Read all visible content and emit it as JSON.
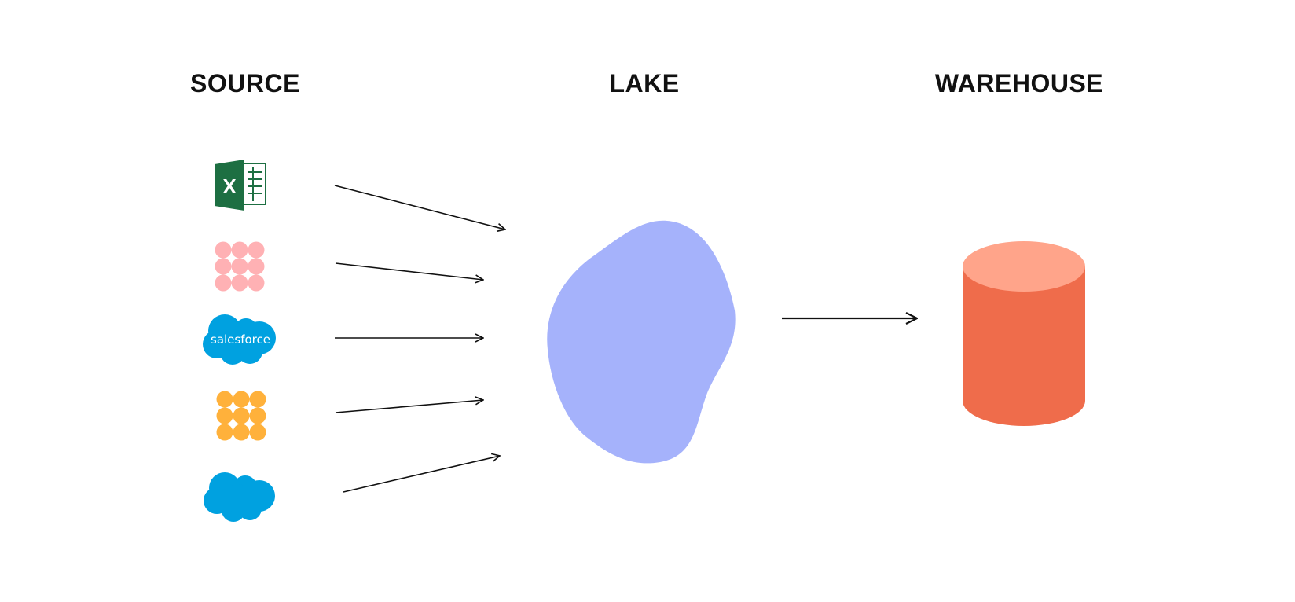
{
  "columns": {
    "source": "SOURCE",
    "lake": "LAKE",
    "warehouse": "WAREHOUSE"
  },
  "sources": [
    {
      "name": "excel-icon",
      "letter": "X"
    },
    {
      "name": "pink-dots-icon"
    },
    {
      "name": "salesforce-logo-icon",
      "text": "salesforce"
    },
    {
      "name": "orange-dots-icon"
    },
    {
      "name": "salesforce-cloud-icon"
    }
  ],
  "colors": {
    "excel": "#1d6f42",
    "pink_dots": "#ffb1b4",
    "salesforce": "#00a1e0",
    "orange_dots": "#ffb13b",
    "lake": "#a5b2fb",
    "warehouse_body": "#ef6c4b",
    "warehouse_top": "#ffa48a",
    "arrow": "#111111"
  }
}
